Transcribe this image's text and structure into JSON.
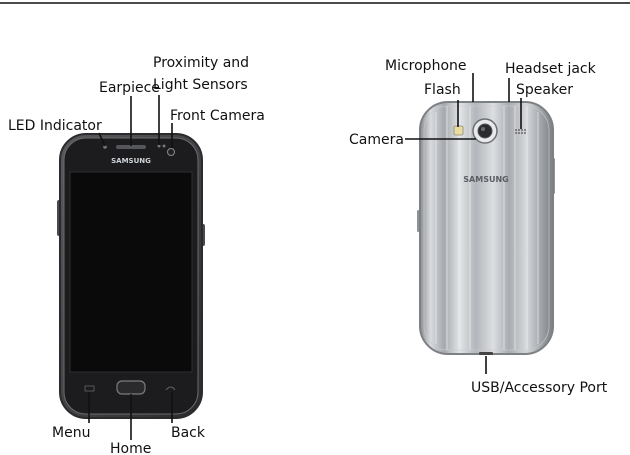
{
  "front_view": {
    "brand": "SAMSUNG",
    "callouts": {
      "led_indicator": "LED Indicator",
      "earpiece": "Earpiece",
      "proximity_line1": "Proximity and",
      "proximity_line2": "Light Sensors",
      "front_camera": "Front Camera",
      "menu": "Menu",
      "home": "Home",
      "back": "Back"
    }
  },
  "back_view": {
    "brand": "SAMSUNG",
    "callouts": {
      "microphone": "Microphone",
      "flash": "Flash",
      "headset_jack": "Headset jack",
      "speaker": "Speaker",
      "camera": "Camera",
      "usb_port": "USB/Accessory Port"
    }
  },
  "colors": {
    "rule": "#111111",
    "front_bezel": "#3a3a3c",
    "front_screen": "#0a0a0a",
    "back_cover": "#b9bcc0"
  }
}
